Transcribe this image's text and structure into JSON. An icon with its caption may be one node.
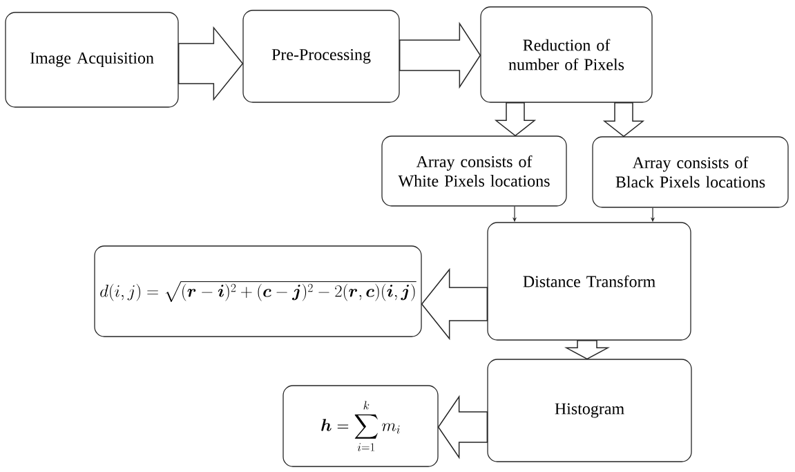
{
  "diagram": {
    "nodes": [
      {
        "text": [
          "Image Acquisition"
        ]
      },
      {
        "text": [
          "Pre-Processing"
        ]
      },
      {
        "text": [
          "Reduction of number of Pixels"
        ]
      },
      {
        "text": [
          "Array consists of White Pixels locations"
        ]
      },
      {
        "text": [
          "Array consists of Black Pixels locations"
        ]
      },
      {
        "text": [
          "Distance Transform"
        ]
      },
      {
        "text": [
          "d(i,j) = \\sqrt{(\\boldsymbol{r}-\\boldsymbol{i})^{2}+(\\boldsymbol{c}-\\boldsymbol{j})^{2}-2(\\boldsymbol{r},\\boldsymbol{c})(\\boldsymbol{i},\\boldsymbol{j})}"
        ]
      },
      {
        "text": [
          "Histogram"
        ]
      },
      {
        "text": [
          "\\boldsymbol{h} = \\sum_{i=1}^{k} m_{i}"
        ]
      }
    ],
    "edges": [
      {
        "from": 0,
        "to": 1,
        "arrow": "to",
        "style": "thick"
      },
      {
        "from": 1,
        "to": 2,
        "arrow": "to",
        "style": "thick"
      },
      {
        "from": 2,
        "to": 3,
        "arrow": "to",
        "style": "thick"
      },
      {
        "from": 2,
        "to": 4,
        "arrow": "to",
        "style": "thick"
      },
      {
        "from": 3,
        "to": 5,
        "arrow": "to"
      },
      {
        "from": 4,
        "to": 5,
        "arrow": "to"
      },
      {
        "from": 5,
        "to": 6,
        "arrow": "to",
        "style": "thick"
      },
      {
        "from": 5,
        "to": 7,
        "arrow": "to",
        "style": "thick"
      },
      {
        "from": 7,
        "to": 8,
        "arrow": "to",
        "style": "thick"
      }
    ]
  }
}
